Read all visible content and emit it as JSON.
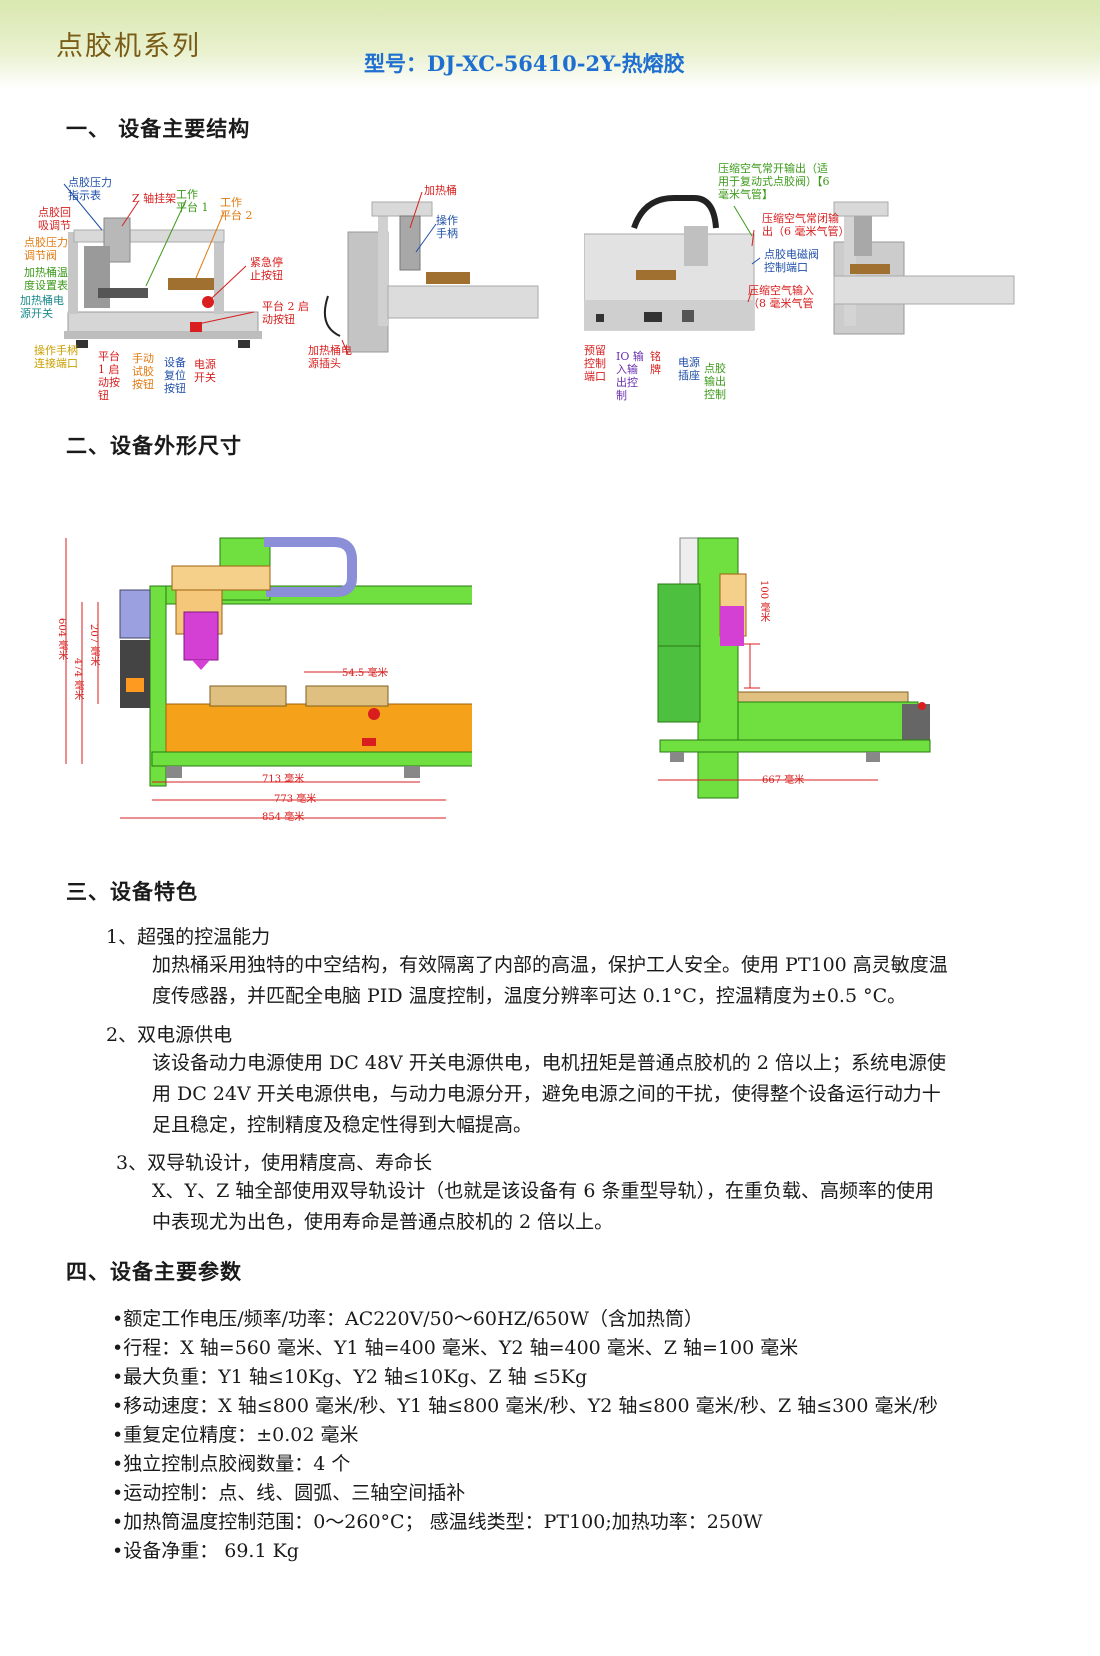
{
  "header": {
    "series": "点胶机系列",
    "model": "型号：DJ-XC-56410-2Y-热熔胶"
  },
  "sections": {
    "s1": "一、 设备主要结构",
    "s2": "二、设备外形尺寸",
    "s3": "三、设备特色",
    "s4": "四、设备主要参数"
  },
  "structure_labels": {
    "front": {
      "pressure_gauge": "点胶压力\n指示表",
      "z_mount": "Z 轴挂架",
      "suckback": "点胶回\n吸调节",
      "pressure_valve": "点胶压力\n调节阀",
      "temp_setter": "加热桶温\n度设置表",
      "heater_switch": "加热桶电\n源开关",
      "platform1": "工作\n平台 1",
      "platform2": "工作\n平台 2",
      "estop": "紧急停\n止按钮",
      "p2_start": "平台 2 启\n动按钮",
      "handle_port": "操作手柄\n连接端口",
      "p1_start": "平台\n1 启\n动按\n钮",
      "manual_test": "手动\n试胶\n按钮",
      "reset": "设备\n复位\n按钮",
      "power_switch": "电源\n开关"
    },
    "side": {
      "heater_barrel": "加热桶",
      "handle": "操作\n手柄",
      "heater_plug": "加热桶电\n源插头"
    },
    "back": {
      "air_no": "压缩空气常开输出（适\n用于复动式点胶阀）【6\n毫米气管】",
      "air_nc": "压缩空气常闭输\n出（6 毫米气管）",
      "solenoid_port": "点胶电磁阀\n控制端口",
      "air_in": "压缩空气输入\n（8 毫米气管",
      "reserve_port": "预留\n控制\n端口",
      "io_port": "IO 输\n入输\n出控\n制",
      "nameplate": "铭\n牌",
      "power_socket": "电源\n插座",
      "dispense_out": "点胶\n输出\n控制"
    }
  },
  "dimensions": {
    "front_height": "604 毫米",
    "front_h2": "474 毫米",
    "front_h3": "207 毫米",
    "gap": "54.5 毫米",
    "w1": "713 毫米",
    "w2": "773 毫米",
    "w3": "854 毫米",
    "z_travel": "100 毫米",
    "depth": "667 毫米"
  },
  "features": [
    {
      "title": "1、超强的控温能力",
      "line1": "加热桶采用独特的中空结构，有效隔离了内部的高温，保护工人安全。使用 PT100 高灵敏度温",
      "line2": "度传感器，并匹配全电脑 PID 温度控制，温度分辨率可达 0.1°C，控温精度为±0.5 °C。"
    },
    {
      "title": "2、双电源供电",
      "line1": " 该设备动力电源使用 DC 48V 开关电源供电，电机扭矩是普通点胶机的 2 倍以上；系统电源使",
      "line2": "用 DC 24V 开关电源供电，与动力电源分开，避免电源之间的干扰，使得整个设备运行动力十",
      "line3": "足且稳定，控制精度及稳定性得到大幅提高。"
    },
    {
      "title": "3、双导轨设计，使用精度高、寿命长",
      "line1": " X、Y、Z 轴全部使用双导轨设计（也就是该设备有 6 条重型导轨），在重负载、高频率的使用",
      "line2": "中表现尤为出色，使用寿命是普通点胶机的 2 倍以上。"
    }
  ],
  "params": [
    "•额定工作电压/频率/功率：AC220V/50～60HZ/650W（含加热筒）",
    "•行程：X 轴=560 毫米、Y1 轴=400 毫米、Y2 轴=400 毫米、Z 轴=100 毫米",
    "•最大负重：Y1 轴≤10Kg、Y2 轴≤10Kg、Z 轴 ≤5Kg",
    "•移动速度：X 轴≤800 毫米/秒、Y1 轴≤800 毫米/秒、Y2 轴≤800 毫米/秒、Z 轴≤300 毫米/秒",
    "•重复定位精度：±0.02 毫米",
    "•独立控制点胶阀数量：4 个",
    "•运动控制：点、线、圆弧、三轴空间插补",
    "•加热筒温度控制范围：0～260°C；  感温线类型：PT100;加热功率：250W",
    "•设备净重：  69.1 Kg"
  ],
  "colors": {
    "header_green": "#d9e8b0",
    "series_brown": "#7a5c16",
    "model_blue": "#1f6fd1",
    "frame_green": "#6fe040",
    "base_orange": "#f5a21a",
    "dim_red": "#d81e1e"
  }
}
